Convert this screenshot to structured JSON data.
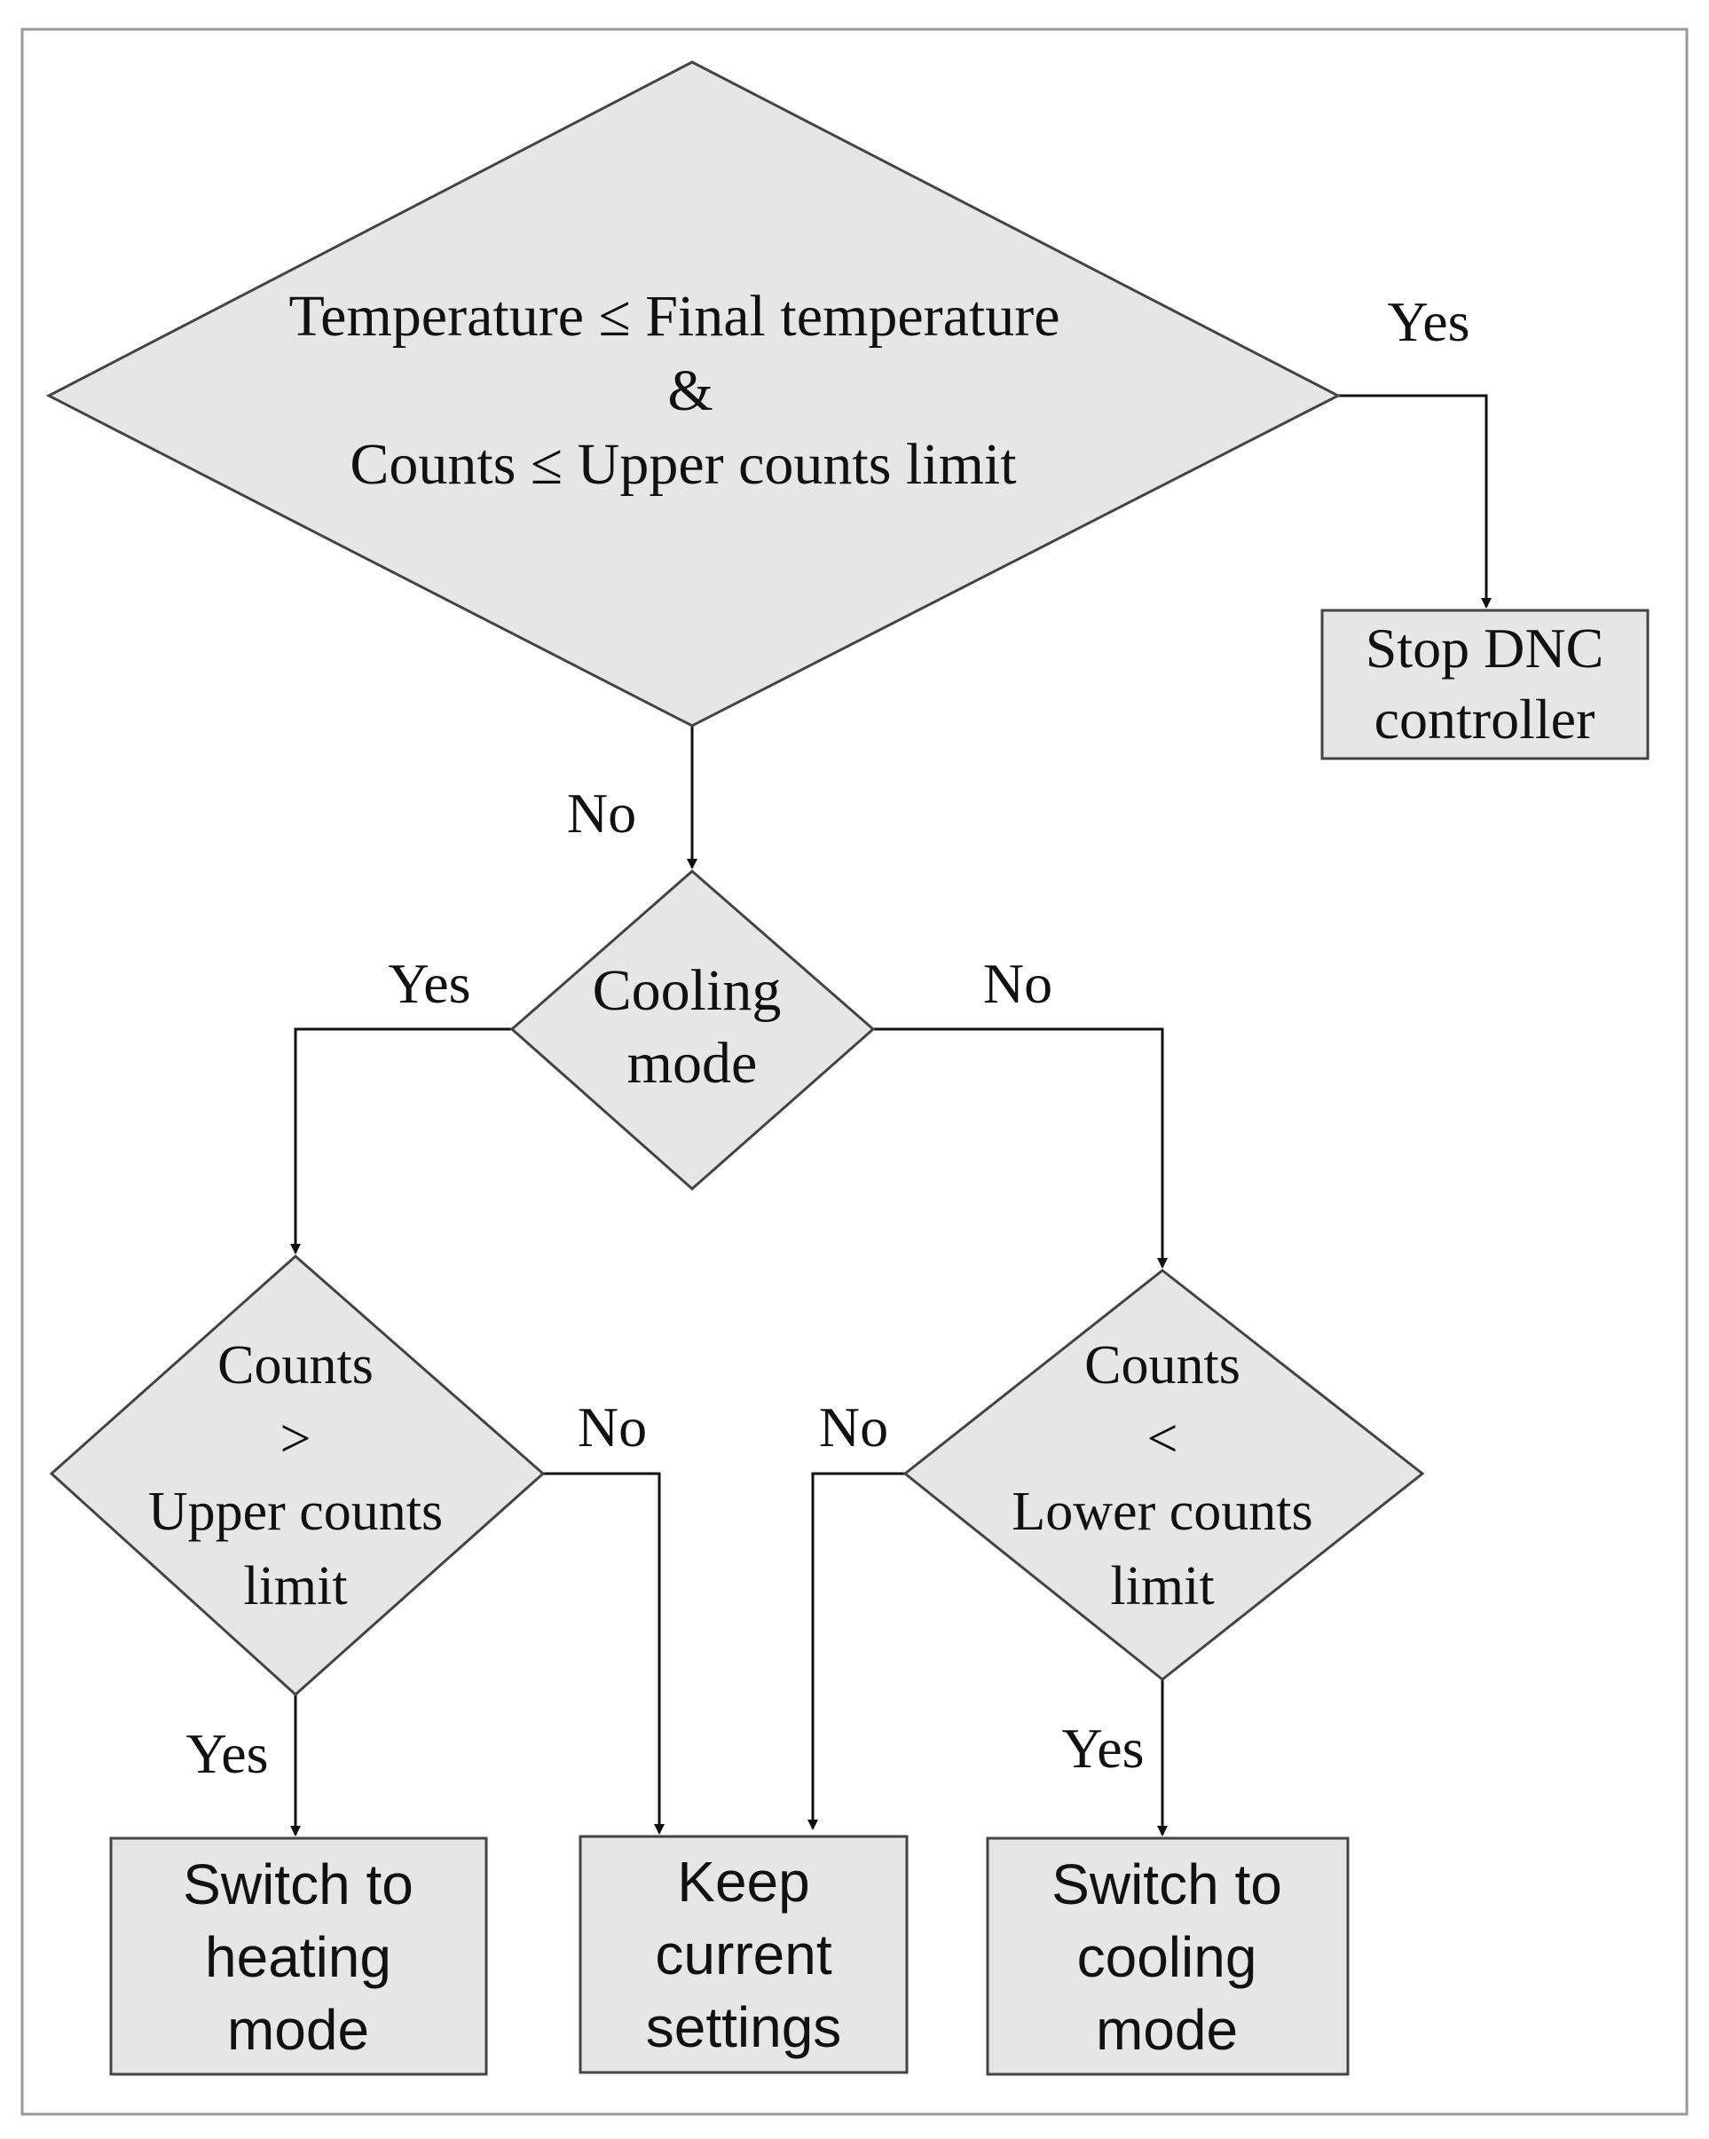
{
  "nodes": {
    "main_decision": {
      "line1": "Temperature ≤ Final temperature",
      "line2": "&",
      "line3": "Counts ≤  Upper counts limit"
    },
    "stop_box": {
      "line1": "Stop DNC",
      "line2": "controller"
    },
    "cooling_mode_decision": {
      "line1": "Cooling",
      "line2": "mode"
    },
    "upper_counts_decision": {
      "line1": "Counts",
      "line2": ">",
      "line3": "Upper counts",
      "line4": "limit"
    },
    "lower_counts_decision": {
      "line1": "Counts",
      "line2": "<",
      "line3": "Lower counts",
      "line4": "limit"
    },
    "heating_box": {
      "line1": "Switch to",
      "line2": "heating",
      "line3": "mode"
    },
    "keep_box": {
      "line1": "Keep",
      "line2": "current",
      "line3": "settings"
    },
    "cooling_box": {
      "line1": "Switch to",
      "line2": "cooling",
      "line3": "mode"
    }
  },
  "edge_labels": {
    "main_yes": "Yes",
    "main_no": "No",
    "cooling_yes": "Yes",
    "cooling_no": "No",
    "upper_no": "No",
    "upper_yes": "Yes",
    "lower_no": "No",
    "lower_yes": "Yes"
  },
  "colors": {
    "shape_fill": "#e6e6e6",
    "shape_stroke": "#444444",
    "frame_stroke": "#999999",
    "line": "#111111"
  }
}
